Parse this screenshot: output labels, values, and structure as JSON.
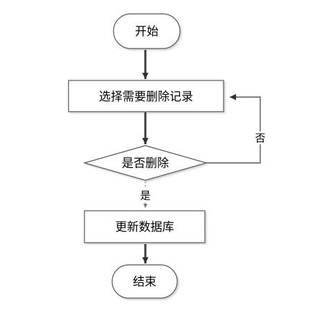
{
  "diagram": {
    "type": "flowchart",
    "nodes": {
      "start": {
        "label": "开始",
        "shape": "terminator"
      },
      "select": {
        "label": "选择需要删除记录",
        "shape": "process"
      },
      "decision": {
        "label": "是否删除",
        "shape": "decision"
      },
      "update": {
        "label": "更新数据库",
        "shape": "process"
      },
      "end": {
        "label": "结束",
        "shape": "terminator"
      }
    },
    "edges": {
      "start_to_select": {
        "from": "开始",
        "to": "选择需要删除记录",
        "label": ""
      },
      "select_to_decision": {
        "from": "选择需要删除记录",
        "to": "是否删除",
        "label": ""
      },
      "decision_yes": {
        "from": "是否删除",
        "to": "更新数据库",
        "label": "是"
      },
      "decision_no": {
        "from": "是否删除",
        "to": "选择需要删除记录",
        "label": "否"
      },
      "update_to_end": {
        "from": "更新数据库",
        "to": "结束",
        "label": ""
      }
    },
    "colors": {
      "shape_fill": "#ffffff",
      "shape_stroke": "#555555",
      "solid_edge": "#3a3a3a",
      "dashed_edge": "#7a7a7a",
      "text": "#000000",
      "shadow": "#cfcfcf"
    }
  }
}
